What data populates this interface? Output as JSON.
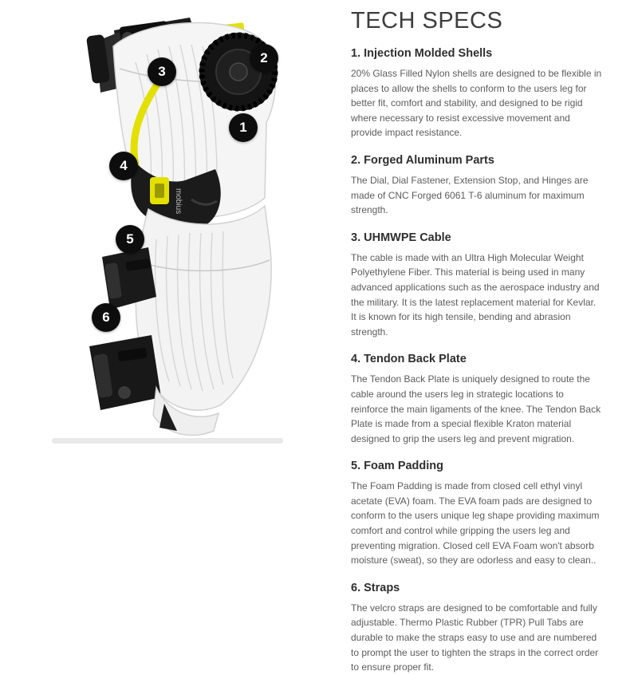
{
  "page": {
    "title": "TECH SPECS",
    "brand_on_product": "mobius"
  },
  "badges": [
    {
      "label": "1"
    },
    {
      "label": "2"
    },
    {
      "label": "3"
    },
    {
      "label": "4"
    },
    {
      "label": "5"
    },
    {
      "label": "6"
    }
  ],
  "colors": {
    "badge_bg": "#0d0d0d",
    "accent_yellow": "#e3e000",
    "shell_white": "#f5f5f5",
    "hardware_black": "#181818"
  },
  "sections": [
    {
      "heading": "1. Injection Molded Shells",
      "body": "20% Glass Filled Nylon shells are designed to be flexible in places to allow the shells to conform to the users leg for better fit, comfort and stability, and designed to be rigid where necessary to resist excessive movement and provide impact resistance."
    },
    {
      "heading": "2. Forged Aluminum Parts",
      "body": "The Dial, Dial Fastener, Extension Stop, and Hinges are made of CNC Forged 6061 T-6 aluminum for maximum strength."
    },
    {
      "heading": "3. UHMWPE Cable",
      "body": "The cable is made with an Ultra High Molecular Weight Polyethylene Fiber. This material is being used in many advanced applications such as the aerospace industry and the military. It is the latest replacement material for Kevlar. It is known for its high tensile, bending and abrasion strength."
    },
    {
      "heading": "4. Tendon Back Plate",
      "body": "The Tendon Back Plate is uniquely designed to route the cable around the users leg in strategic locations to reinforce the main ligaments of the knee. The Tendon Back Plate is made from a special flexible Kraton material designed to grip the users leg and prevent migration."
    },
    {
      "heading": "5. Foam Padding",
      "body": "The Foam Padding is made from closed cell ethyl vinyl acetate (EVA) foam. The EVA foam pads are designed to conform to the users unique leg shape providing maximum comfort and control while gripping the users leg and preventing migration. Closed cell EVA Foam won't absorb moisture (sweat), so they are odorless and easy to clean.."
    },
    {
      "heading": "6. Straps",
      "body": "The velcro straps are designed to be comfortable and fully adjustable. Thermo Plastic Rubber (TPR) Pull Tabs are durable to make the straps easy to use and are numbered to prompt the user to tighten the straps in the correct order to ensure proper fit."
    }
  ]
}
